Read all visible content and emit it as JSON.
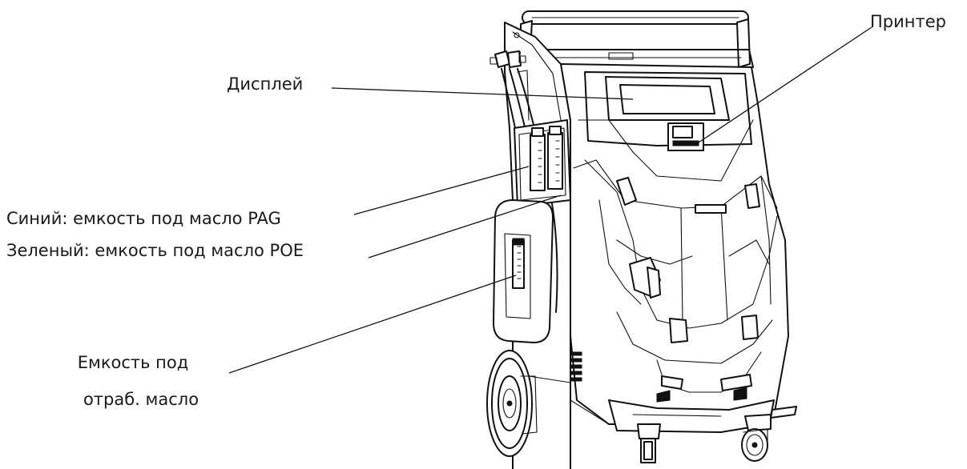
{
  "labels": {
    "printer": "Принтер",
    "display": "Дисплей",
    "blue_container": "Синий: емкость под масло PAG",
    "green_container": "Зеленый: емкость под масло POE",
    "waste_line1": "Емкость под",
    "waste_line2": "отраб. масло"
  }
}
